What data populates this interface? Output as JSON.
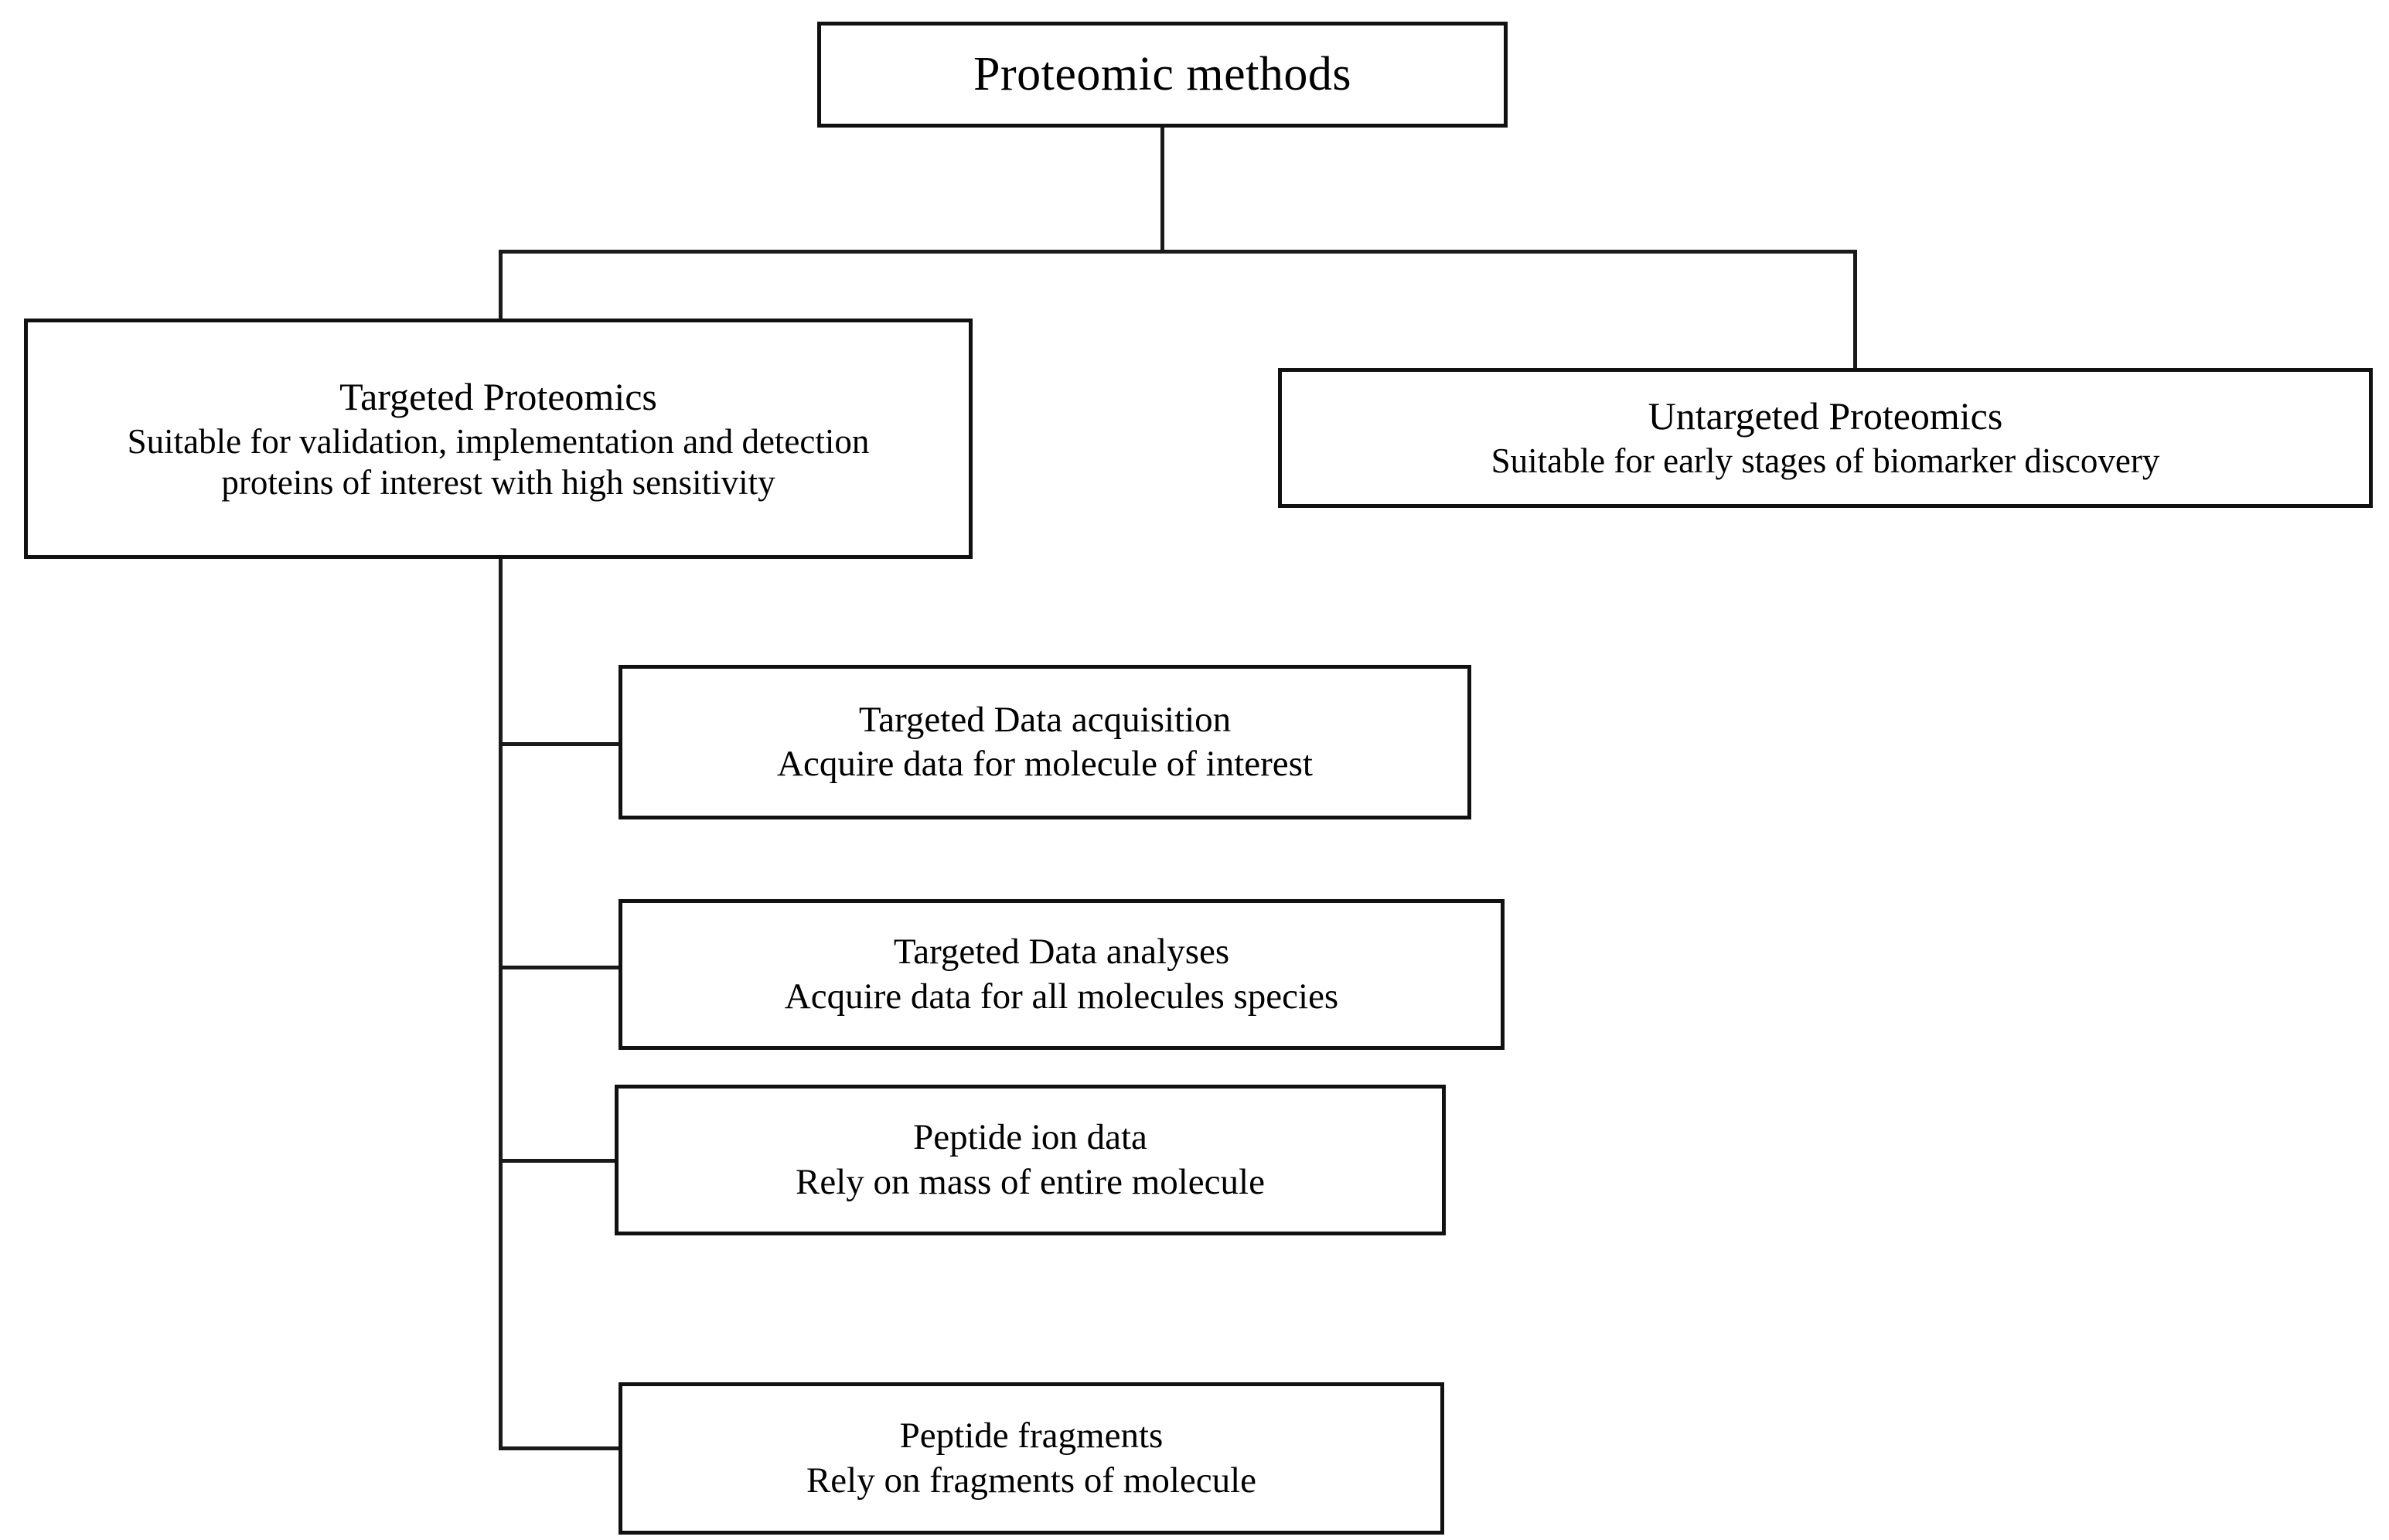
{
  "figure": {
    "type": "hierarchy-flowchart",
    "orientation": "top-down-then-left-spine",
    "background_color": "#ffffff",
    "line_color": "#1a1a1a",
    "box_border_color": "#111111",
    "text_color": "#000000"
  },
  "root": {
    "title": "Proteomic methods"
  },
  "branches": [
    {
      "title": "Targeted Proteomics",
      "description": "Suitable for validation, implementation and detection proteins of interest with high sensitivity"
    },
    {
      "title": "Untargeted Proteomics",
      "description": "Suitable for early stages of biomarker discovery"
    }
  ],
  "targeted_children": [
    {
      "title": "Targeted  Data acquisition",
      "description": "Acquire data for molecule of interest"
    },
    {
      "title": "Targeted  Data analyses",
      "description": "Acquire data for all molecules species"
    },
    {
      "title": "Peptide  ion data",
      "description": "Rely on mass of entire molecule"
    },
    {
      "title": "Peptide  fragments",
      "description": "Rely on fragments of molecule"
    }
  ]
}
